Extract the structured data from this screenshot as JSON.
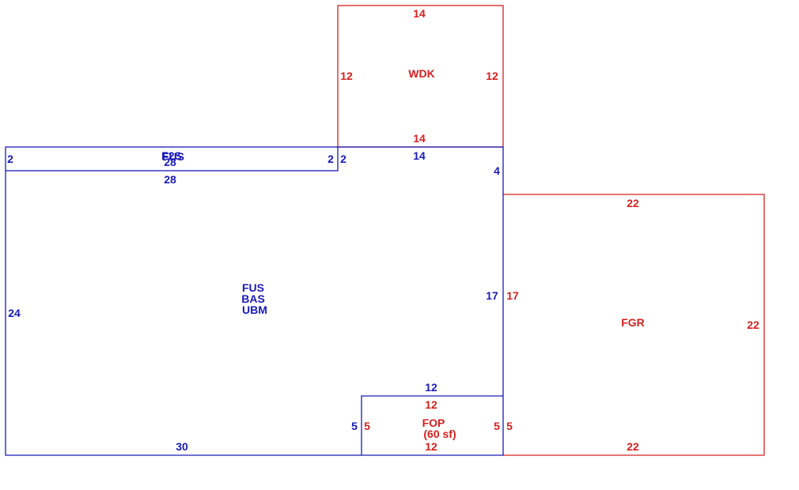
{
  "colors": {
    "blue": "#1a1ab8",
    "red": "#d42020"
  },
  "areas": {
    "wdk": {
      "name": "WDK",
      "dims": {
        "top": "14",
        "left": "12",
        "right": "12",
        "bottom": "14"
      }
    },
    "fus_strip": {
      "names": [
        "F2S",
        "FUS"
      ],
      "dims": {
        "left": "2",
        "right": "2",
        "top": "28",
        "bottom": "28"
      }
    },
    "main": {
      "names": [
        "FUS",
        "BAS",
        "UBM"
      ],
      "dims": {
        "left": "24",
        "top_right": "14",
        "top_left_step": "2",
        "right_upper": "4",
        "right_lower": "17",
        "bottom": "30",
        "fop_left": "5",
        "fop_top": "12"
      }
    },
    "fgr": {
      "name": "FGR",
      "dims": {
        "top": "22",
        "left": "17",
        "right": "22",
        "bottom": "22"
      }
    },
    "fop": {
      "name": "FOP",
      "area_note": "(60 sf)",
      "dims": {
        "top": "12",
        "left": "5",
        "right": "5",
        "bottom": "12"
      }
    }
  }
}
